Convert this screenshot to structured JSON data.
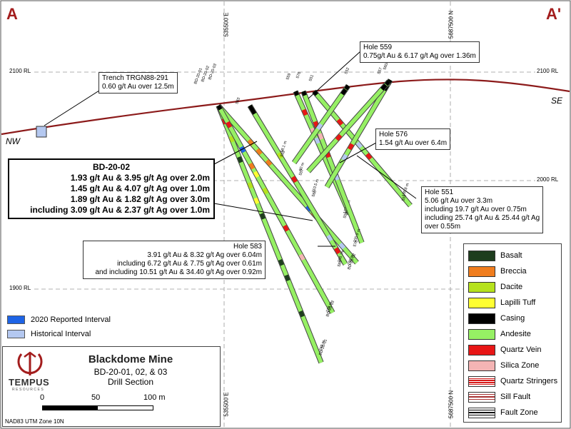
{
  "corners": {
    "left": "A",
    "right": "A'"
  },
  "directions": {
    "nw": "NW",
    "se": "SE"
  },
  "elevations": [
    "2100 RL",
    "2000 RL",
    "1900 RL"
  ],
  "grid_labels": {
    "easting": "535500 E",
    "northing": "5687500 N"
  },
  "callouts": {
    "trench": {
      "title": "Trench TRGN88-291",
      "lines": [
        "0.60 g/t Au over 12.5m"
      ]
    },
    "hole559": {
      "title": "Hole 559",
      "lines": [
        "0.75g/t Au & 6.17 g/t Ag over 1.36m"
      ]
    },
    "hole576": {
      "title": "Hole 576",
      "lines": [
        "1.54 g/t Au over 6.4m"
      ]
    },
    "bd2002": {
      "title": "BD-20-02",
      "lines": [
        "1.93 g/t Au & 3.95 g/t Ag over 2.0m",
        "1.45 g/t Au & 4.07 g/t Ag over 1.0m",
        "1.89 g/t Au & 1.82 g/t Ag over 3.0m",
        "including 3.09 g/t Au & 2.37 g/t Ag over 1.0m"
      ]
    },
    "hole551": {
      "title": "Hole 551",
      "lines": [
        "5.06 g/t Au over 3.3m",
        "including 19.7 g/t Au over 0.75m",
        "including 25.74 g/t Au & 25.44 g/t Ag",
        "over 0.55m"
      ]
    },
    "hole583": {
      "title": "Hole 583",
      "lines": [
        "3.91 g/t Au & 8.32 g/t Ag over 6.04m",
        "including 6.72 g/t Au & 7.75 g/t Ag over 0.61m",
        "and including 10.51 g/t Au & 34.40 g/t Ag over 0.92m"
      ]
    }
  },
  "holes": [
    {
      "id": "BD-20-01",
      "top_label": "BD-20-01",
      "end_label": "249 m\nBD-20-01"
    },
    {
      "id": "BD-20-02",
      "top_label": "BD-20-02",
      "end_label": "190 m\nBD-20-02"
    },
    {
      "id": "BD-20-03",
      "top_label": "BD-20-03",
      "end_label": "218 m\nBD-20-03"
    },
    {
      "id": "583",
      "top_label": "583",
      "end_label": "166.7m\n583"
    },
    {
      "id": "559",
      "top_label": "559",
      "end_label": "127.4 m\n559"
    },
    {
      "id": "576",
      "top_label": "576",
      "end_label": "100.9 m\n576"
    },
    {
      "id": "551",
      "top_label": "551",
      "end_label": "136.8 m\n551"
    },
    {
      "id": "560",
      "top_label": "560/551",
      "end_label": "110.5 m\n560"
    },
    {
      "id": "552",
      "top_label": "552",
      "end_label": "58.1 m\n552"
    },
    {
      "id": "557",
      "top_label": "557",
      "end_label": "60 m\n557"
    }
  ],
  "legend": {
    "items": [
      {
        "label": "Basalt",
        "color": "#1e3d1e",
        "pattern": "solid"
      },
      {
        "label": "Breccia",
        "color": "#f07d1e",
        "pattern": "solid"
      },
      {
        "label": "Dacite",
        "color": "#b6e21e",
        "pattern": "solid"
      },
      {
        "label": "Lapilli Tuff",
        "color": "#ffff32",
        "pattern": "solid"
      },
      {
        "label": "Casing",
        "color": "#000000",
        "pattern": "solid"
      },
      {
        "label": "Andesite",
        "color": "#96f064",
        "pattern": "solid"
      },
      {
        "label": "Quartz Vein",
        "color": "#e81616",
        "pattern": "solid"
      },
      {
        "label": "Silica Zone",
        "color": "#f4b4b4",
        "pattern": "solid"
      },
      {
        "label": "Quartz Stringers",
        "color": "#d81a1a",
        "pattern": "red-lines"
      },
      {
        "label": "Sill Fault",
        "color": "#a83232",
        "pattern": "double-lines"
      },
      {
        "label": "Fault Zone",
        "color": "#000000",
        "pattern": "black-lines"
      }
    ]
  },
  "intervals": [
    {
      "label": "2020 Reported Interval",
      "color": "#1e64e6"
    },
    {
      "label": "Historical Interval",
      "color": "#b4c8f0"
    }
  ],
  "title_block": {
    "company": "TEMPUS",
    "company_sub": "RESOURCES",
    "title": "Blackdome Mine",
    "subtitle": "BD-20-01, 02, & 03",
    "subtitle2": "Drill Section",
    "scale_labels": [
      "0",
      "50",
      "100 m"
    ],
    "projection": "NAD83 UTM Zone 10N"
  },
  "colors": {
    "topography": "#8c1a1a",
    "grid": "#999999",
    "hole_fill": "#96f064",
    "accent": "#a31d1d"
  }
}
